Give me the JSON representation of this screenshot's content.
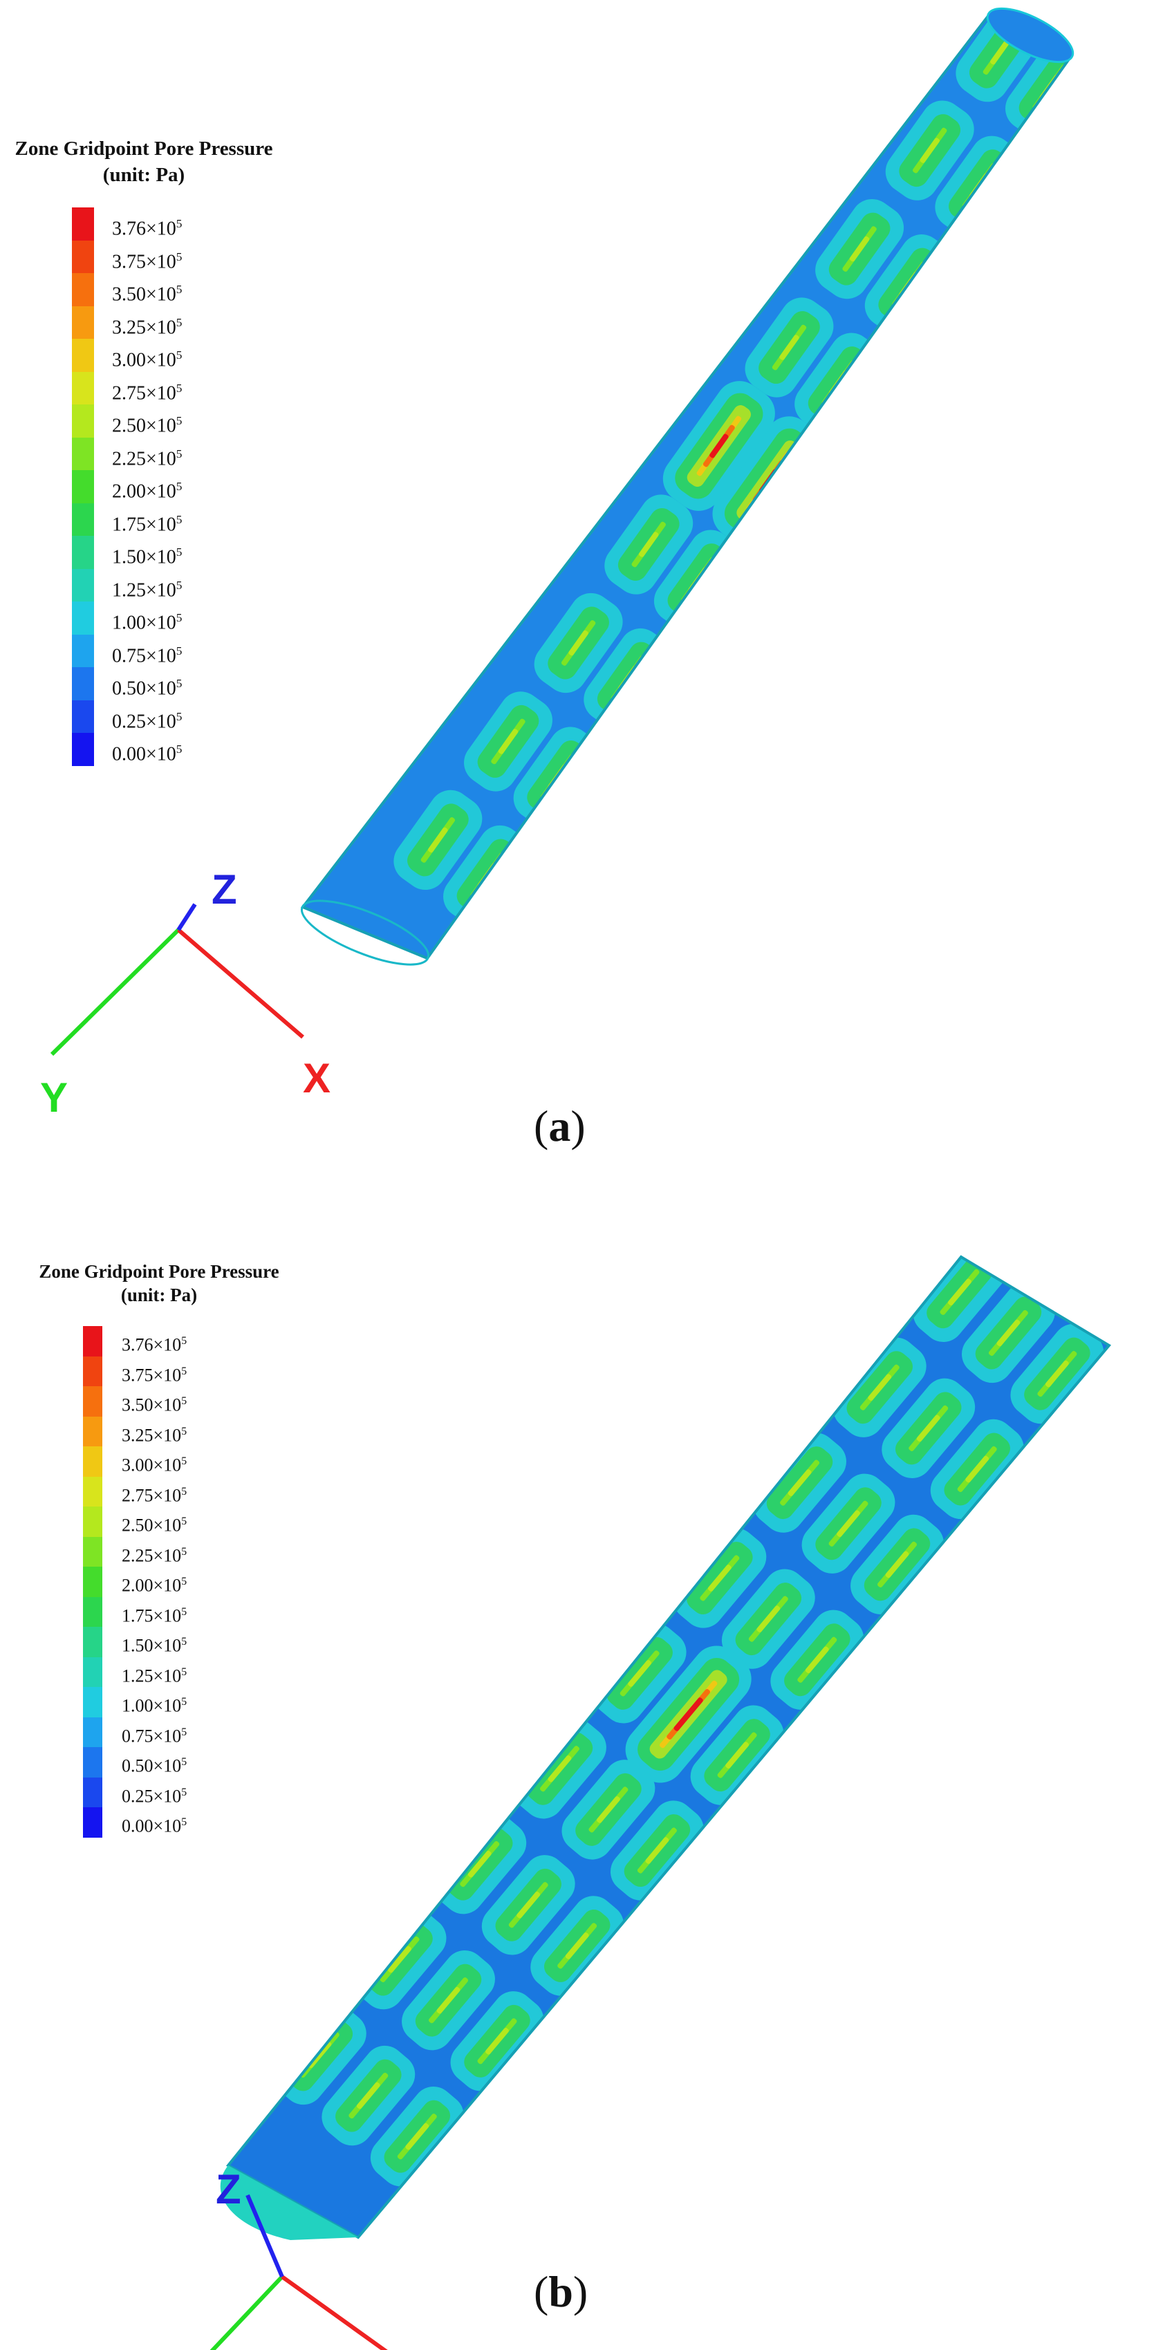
{
  "legend": {
    "title": "Zone Gridpoint Pore Pressure",
    "unit": "(unit: Pa)",
    "values": [
      "3.76×10",
      "3.75×10",
      "3.50×10",
      "3.25×10",
      "3.00×10",
      "2.75×10",
      "2.50×10",
      "2.25×10",
      "2.00×10",
      "1.75×10",
      "1.50×10",
      "1.25×10",
      "1.00×10",
      "0.75×10",
      "0.50×10",
      "0.25×10",
      "0.00×10"
    ],
    "exponent": "5",
    "colors": [
      "#e8141a",
      "#f04410",
      "#f6700e",
      "#f79a10",
      "#f0c814",
      "#d8e41c",
      "#b4e81e",
      "#7ee424",
      "#44dc2c",
      "#2cd64e",
      "#26d488",
      "#22d2b4",
      "#20cce0",
      "#1ea4ee",
      "#1c76ee",
      "#1a48ee",
      "#1414f0"
    ]
  },
  "axes": {
    "x": "X",
    "y": "Y",
    "z": "Z"
  },
  "captions": {
    "a": "a",
    "b": "b"
  }
}
